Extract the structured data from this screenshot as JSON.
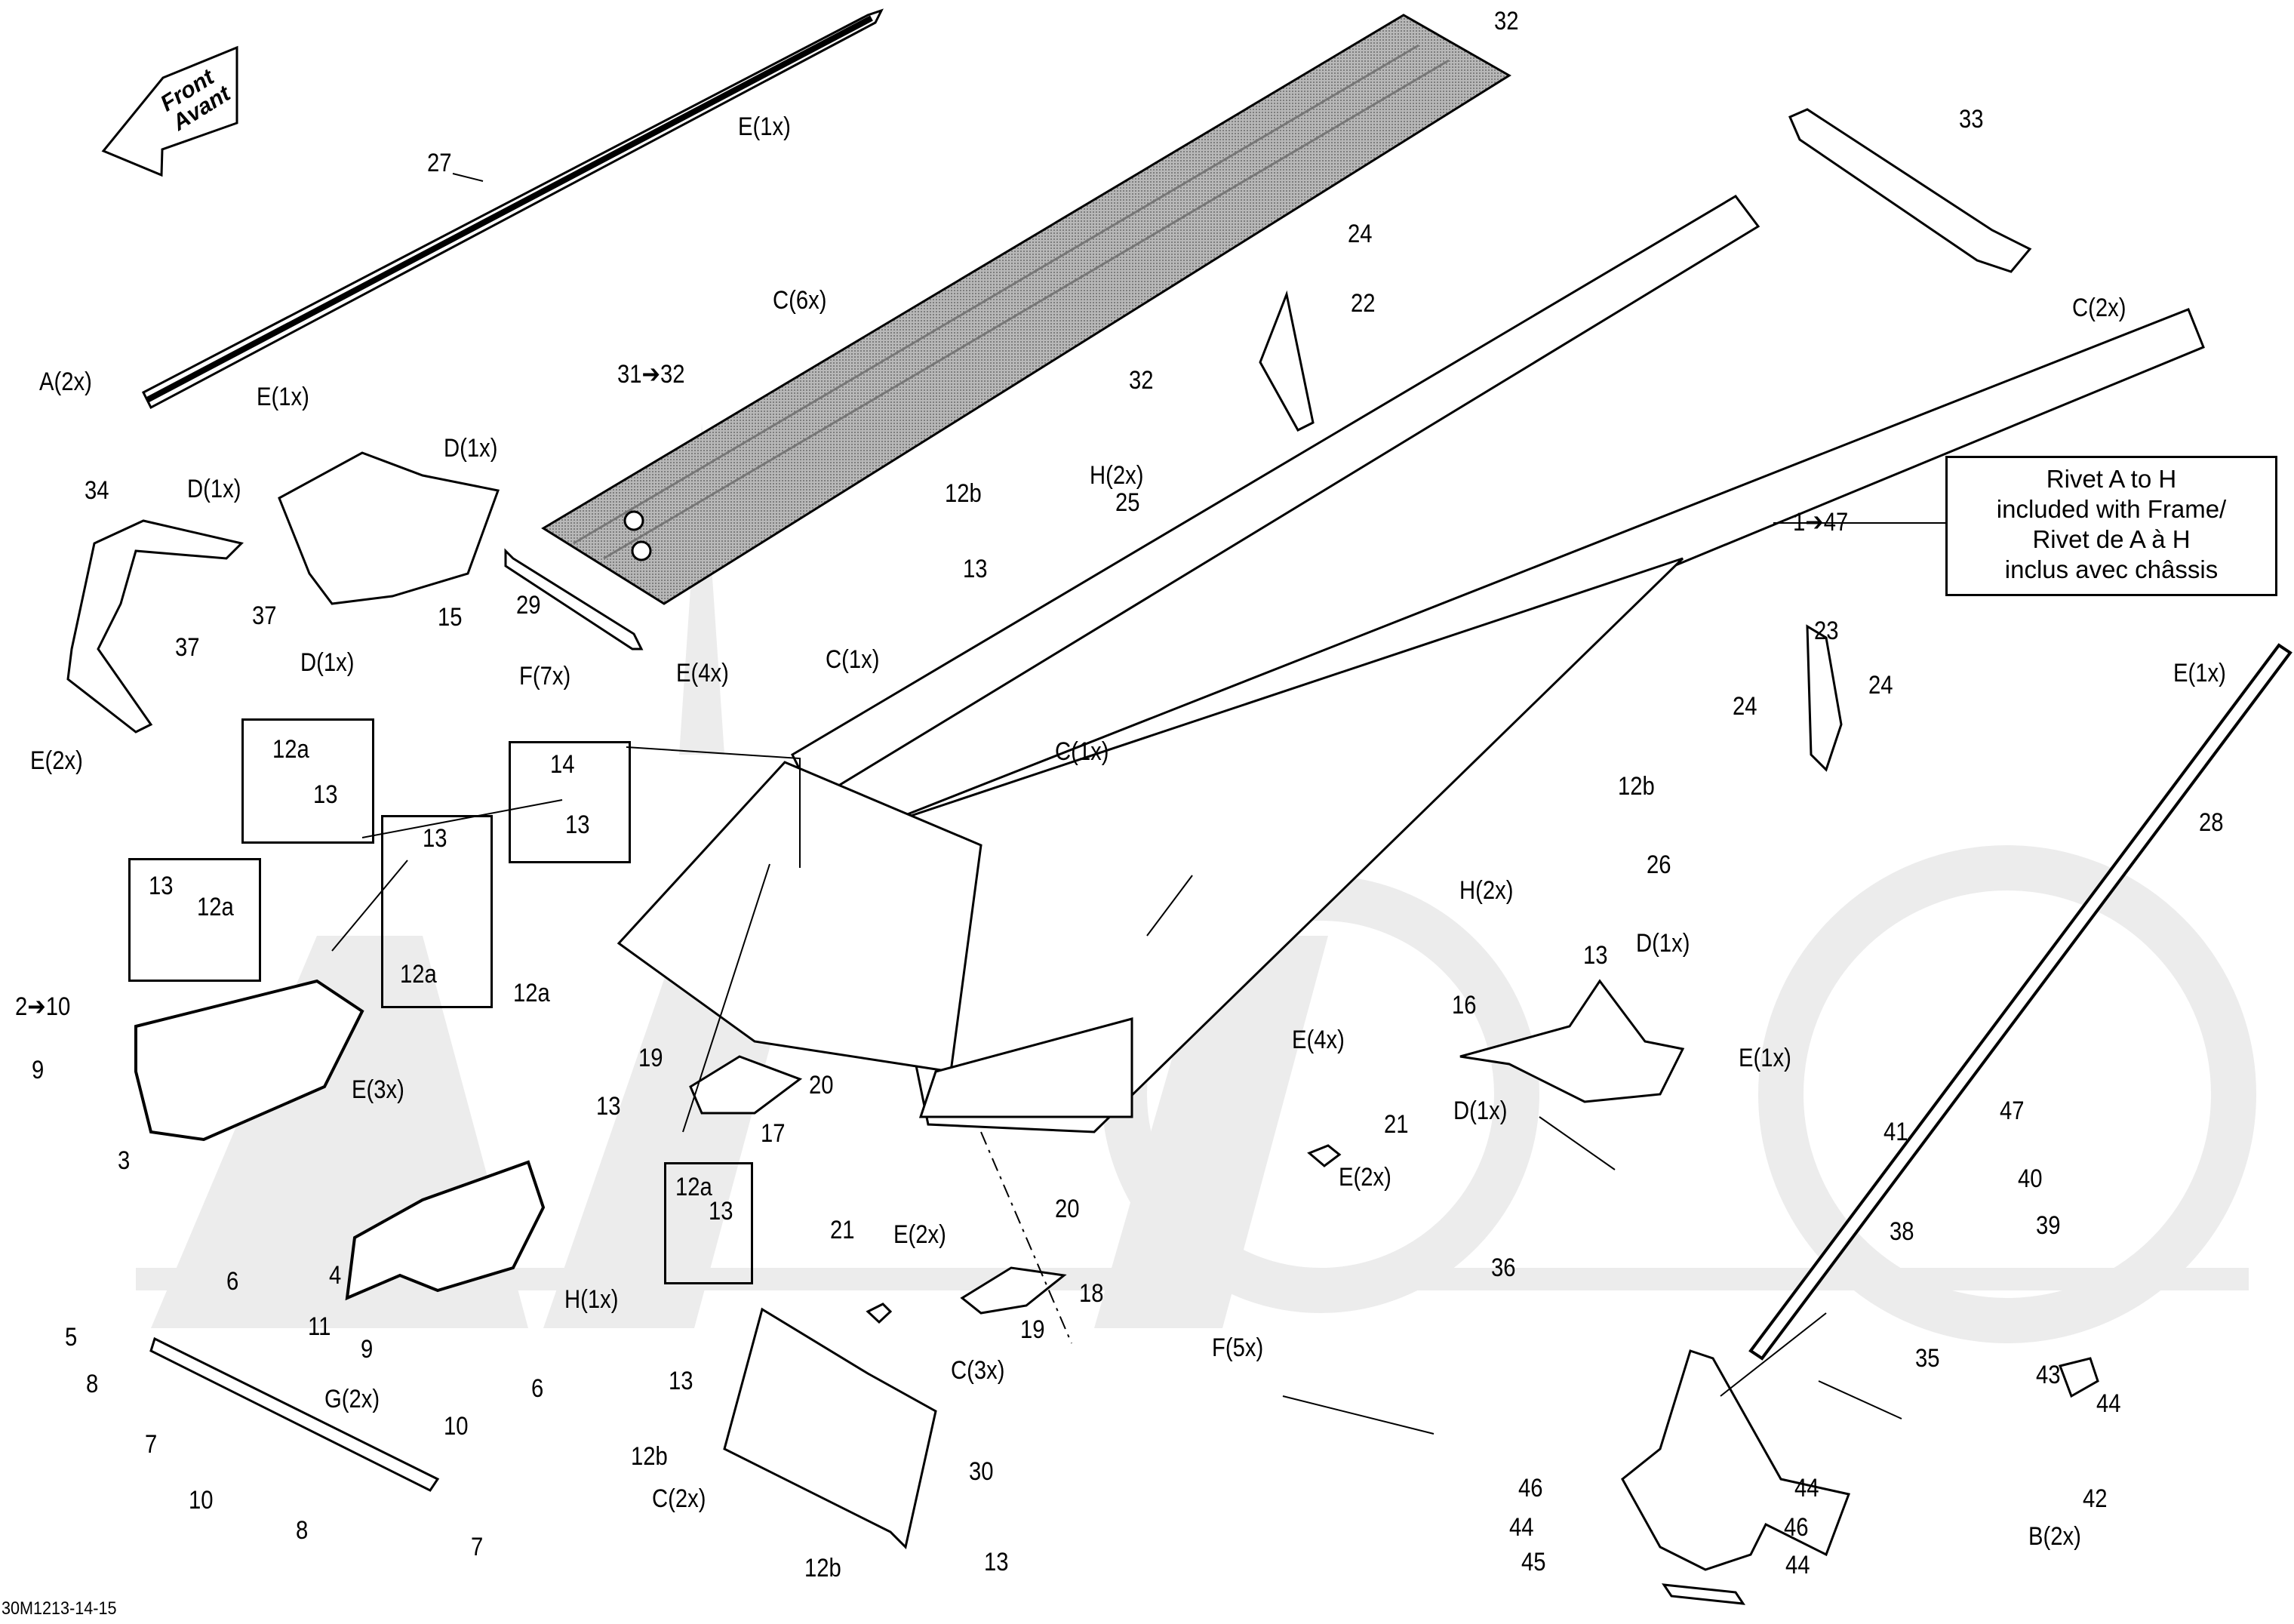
{
  "diagram": {
    "title": "Frame exploded parts diagram",
    "document_id": "30M1213-14-15",
    "front_indicator": {
      "line1": "Front",
      "line2": "Avant",
      "icon": "arrow-left-down"
    },
    "note_box": {
      "lines": [
        "Rivet A to H",
        "included with Frame/",
        "Rivet de A à H",
        "inclus avec châssis"
      ],
      "pointer_label": "1➔47"
    },
    "colors": {
      "ink": "#000000",
      "paper": "#ffffff",
      "tunnel_fill": "#9a9a9a",
      "watermark": "#e6e6e6"
    },
    "callouts": [
      {
        "id": "c27",
        "text": "27"
      },
      {
        "id": "c-e1-top",
        "text": "E(1x)"
      },
      {
        "id": "c-a2",
        "text": "A(2x)"
      },
      {
        "id": "c-e1-rail",
        "text": "E(1x)"
      },
      {
        "id": "c32-top",
        "text": "32"
      },
      {
        "id": "c-c6",
        "text": "C(6x)"
      },
      {
        "id": "c31-32",
        "text": "31➔32"
      },
      {
        "id": "c32-mid",
        "text": "32"
      },
      {
        "id": "c33",
        "text": "33"
      },
      {
        "id": "c-c2-33",
        "text": "C(2x)"
      },
      {
        "id": "c24-top",
        "text": "24"
      },
      {
        "id": "c22",
        "text": "22"
      },
      {
        "id": "c-h2-25",
        "text": "H(2x)"
      },
      {
        "id": "c12b-25",
        "text": "12b"
      },
      {
        "id": "c25",
        "text": "25"
      },
      {
        "id": "c13-25",
        "text": "13"
      },
      {
        "id": "c29",
        "text": "29"
      },
      {
        "id": "c34",
        "text": "34"
      },
      {
        "id": "c-d1-34",
        "text": "D(1x)"
      },
      {
        "id": "c-d1-15top",
        "text": "D(1x)"
      },
      {
        "id": "c37a",
        "text": "37"
      },
      {
        "id": "c37b",
        "text": "37"
      },
      {
        "id": "c-d1-15bot",
        "text": "D(1x)"
      },
      {
        "id": "c15",
        "text": "15"
      },
      {
        "id": "c-e2-34",
        "text": "E(2x)"
      },
      {
        "id": "c-f7",
        "text": "F(7x)"
      },
      {
        "id": "c-e4-top",
        "text": "E(4x)"
      },
      {
        "id": "c-c1a",
        "text": "C(1x)"
      },
      {
        "id": "c-c1b",
        "text": "C(1x)"
      },
      {
        "id": "c1-47",
        "text": "1➔47"
      },
      {
        "id": "c23",
        "text": "23"
      },
      {
        "id": "c24a",
        "text": "24"
      },
      {
        "id": "c24b",
        "text": "24"
      },
      {
        "id": "c-e1-28",
        "text": "E(1x)"
      },
      {
        "id": "c28",
        "text": "28"
      },
      {
        "id": "c12b-26",
        "text": "12b"
      },
      {
        "id": "c26",
        "text": "26"
      },
      {
        "id": "c-h2-26",
        "text": "H(2x)"
      },
      {
        "id": "c13-26",
        "text": "13"
      },
      {
        "id": "c-d1-16top",
        "text": "D(1x)"
      },
      {
        "id": "c16",
        "text": "16"
      },
      {
        "id": "c-d1-16bot",
        "text": "D(1x)"
      },
      {
        "id": "c-e4-bot",
        "text": "E(4x)"
      },
      {
        "id": "c21-right",
        "text": "21"
      },
      {
        "id": "c-e2-21right",
        "text": "E(2x)"
      },
      {
        "id": "c-e1-28bot",
        "text": "E(1x)"
      },
      {
        "id": "c47",
        "text": "47"
      },
      {
        "id": "c41",
        "text": "41"
      },
      {
        "id": "c40",
        "text": "40"
      },
      {
        "id": "c38",
        "text": "38"
      },
      {
        "id": "c39",
        "text": "39"
      },
      {
        "id": "c36",
        "text": "36"
      },
      {
        "id": "c35",
        "text": "35"
      },
      {
        "id": "c43",
        "text": "43"
      },
      {
        "id": "c44a",
        "text": "44"
      },
      {
        "id": "c42",
        "text": "42"
      },
      {
        "id": "c-b2",
        "text": "B(2x)"
      },
      {
        "id": "c46a",
        "text": "46"
      },
      {
        "id": "c44b",
        "text": "44"
      },
      {
        "id": "c44c",
        "text": "44"
      },
      {
        "id": "c46b",
        "text": "46"
      },
      {
        "id": "c44d",
        "text": "44"
      },
      {
        "id": "c45",
        "text": "45"
      },
      {
        "id": "c2-10",
        "text": "2➔10"
      },
      {
        "id": "c9a",
        "text": "9"
      },
      {
        "id": "c3",
        "text": "3"
      },
      {
        "id": "c-e3",
        "text": "E(3x)"
      },
      {
        "id": "c12a-free",
        "text": "12a"
      },
      {
        "id": "c13-free",
        "text": "13"
      },
      {
        "id": "c6a",
        "text": "6"
      },
      {
        "id": "c4",
        "text": "4"
      },
      {
        "id": "c9b",
        "text": "9"
      },
      {
        "id": "c-h1",
        "text": "H(1x)"
      },
      {
        "id": "c6b",
        "text": "6"
      },
      {
        "id": "c5",
        "text": "5"
      },
      {
        "id": "c11",
        "text": "11"
      },
      {
        "id": "c-g2",
        "text": "G(2x)"
      },
      {
        "id": "c8a",
        "text": "8"
      },
      {
        "id": "c7a",
        "text": "7"
      },
      {
        "id": "c10a",
        "text": "10"
      },
      {
        "id": "c10b",
        "text": "10"
      },
      {
        "id": "c8b",
        "text": "8"
      },
      {
        "id": "c7b",
        "text": "7"
      },
      {
        "id": "c19a",
        "text": "19"
      },
      {
        "id": "c20a",
        "text": "20"
      },
      {
        "id": "c17",
        "text": "17"
      },
      {
        "id": "c21-mid",
        "text": "21"
      },
      {
        "id": "c-e2-mid",
        "text": "E(2x)"
      },
      {
        "id": "c20b",
        "text": "20"
      },
      {
        "id": "c18",
        "text": "18"
      },
      {
        "id": "c19b",
        "text": "19"
      },
      {
        "id": "c-f5",
        "text": "F(5x)"
      },
      {
        "id": "c13-30top",
        "text": "13"
      },
      {
        "id": "c-c3",
        "text": "C(3x)"
      },
      {
        "id": "c30",
        "text": "30"
      },
      {
        "id": "c12b-30a",
        "text": "12b"
      },
      {
        "id": "c-c2-30",
        "text": "C(2x)"
      },
      {
        "id": "c12b-30b",
        "text": "12b"
      },
      {
        "id": "c13-30bot",
        "text": "13"
      }
    ],
    "insets": [
      {
        "id": "inset-a",
        "labels": [
          "12a",
          "13"
        ]
      },
      {
        "id": "inset-b",
        "labels": [
          "13",
          "12a"
        ]
      },
      {
        "id": "inset-c",
        "labels": [
          "13",
          "12a"
        ]
      },
      {
        "id": "inset-d",
        "labels": [
          "14",
          "13"
        ]
      },
      {
        "id": "inset-e",
        "labels": [
          "12a",
          "13"
        ]
      }
    ]
  }
}
